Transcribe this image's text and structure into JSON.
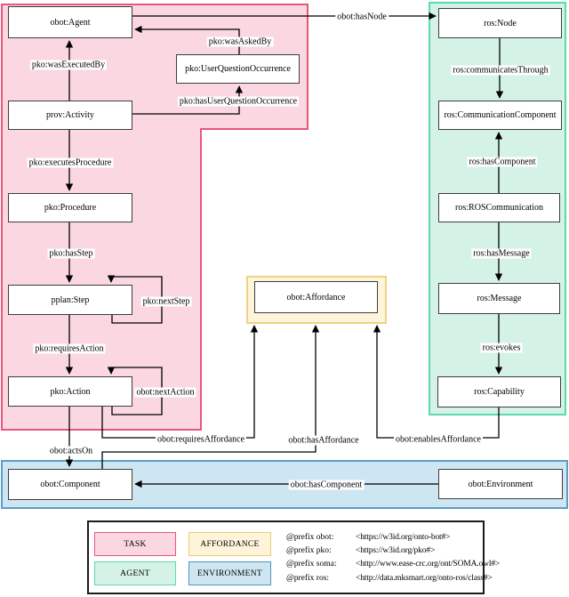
{
  "diagram": {
    "nodes": {
      "agent": "obot:Agent",
      "user_question_occurrence": "pko:UserQuestionOccurrence",
      "activity": "prov:Activity",
      "procedure": "pko:Procedure",
      "step": "pplan:Step",
      "action": "pko:Action",
      "component": "obot:Component",
      "affordance": "obot:Affordance",
      "ros_node": "ros:Node",
      "communication_component": "ros:CommunicationComponent",
      "ros_communication": "ros:ROSCommunication",
      "message": "ros:Message",
      "capability": "ros:Capability",
      "environment": "obot:Environment"
    },
    "edges": {
      "wasExecutedBy": "pko:wasExecutedBy",
      "hasNode": "obot:hasNode",
      "wasAskedBy": "pko:wasAskedBy",
      "hasUserQuestionOccurrence": "pko:hasUserQuestionOccurrence",
      "executesProcedure": "pko:executesProcedure",
      "hasStep": "pko:hasStep",
      "nextStep": "pko:nextStep",
      "requiresAction": "pko:requiresAction",
      "nextAction": "obot:nextAction",
      "actsOn": "obot:actsOn",
      "requiresAffordance": "obot:requiresAffordance",
      "hasAffordance": "obot:hasAffordance",
      "enablesAffordance": "obot:enablesAffordance",
      "communicatesThrough": "ros:communicatesThrough",
      "rosHasComponent": "ros:hasComponent",
      "hasMessage": "ros:hasMessage",
      "evokes": "ros:evokes",
      "obotHasComponent": "obot:hasComponent"
    }
  },
  "legend": {
    "items": [
      {
        "label": "TASK"
      },
      {
        "label": "AFFORDANCE"
      },
      {
        "label": "AGENT"
      },
      {
        "label": "ENVIRONMENT"
      }
    ],
    "prefixes": [
      {
        "name": "@prefix obot:",
        "uri": "<https://w3id.org/onto-bot#>"
      },
      {
        "name": "@prefix pko:",
        "uri": "<https://w3id.org/pko#>"
      },
      {
        "name": "@prefix soma:",
        "uri": "<http://www.ease-crc.org/ont/SOMA.owl#>"
      },
      {
        "name": "@prefix ros:",
        "uri": "<http://data.mksmart.org/onto-ros/class#>"
      }
    ]
  },
  "colors": {
    "task_fill": "#FBD7E1",
    "task_stroke": "#E8577C",
    "agent_fill": "#D5F2E6",
    "agent_stroke": "#5CD9AF",
    "affordance_fill": "#FDF4D9",
    "affordance_stroke": "#F0D289",
    "environment_fill": "#CEE6F2",
    "environment_stroke": "#5E9EC4",
    "edge": "#000000",
    "node_border": "#3D3D3D"
  }
}
